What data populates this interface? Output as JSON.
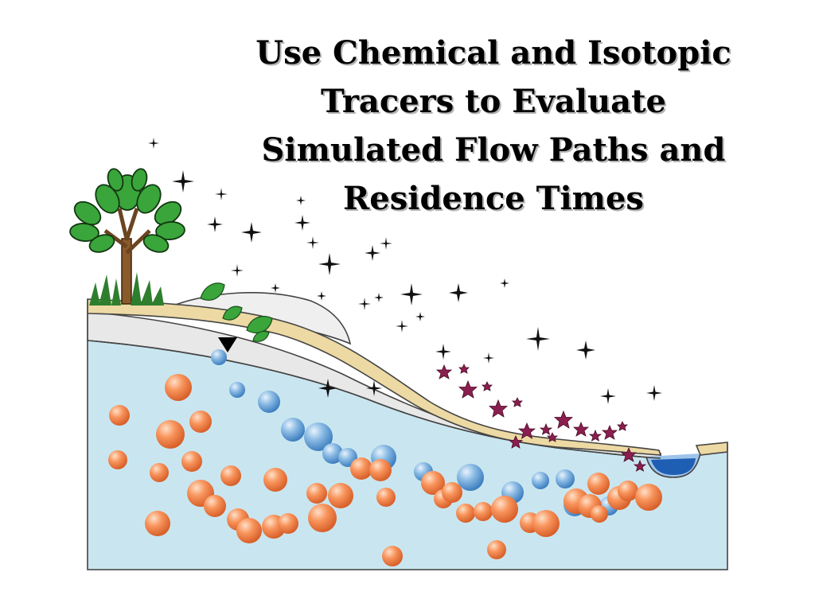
{
  "slide": {
    "title_lines": [
      "Use Chemical and Isotopic",
      "Tracers to Evaluate",
      "Simulated Flow Paths and",
      "Residence Times"
    ]
  },
  "icons": {
    "tree": "tree-icon",
    "leaf": "leaf-icon",
    "flower": "flower-icon",
    "sparkle": "sparkle-icon",
    "water_table": "water-table-marker-icon",
    "tracer_blue": "tracer-bubble-blue",
    "tracer_orange": "tracer-bubble-orange"
  },
  "colors": {
    "groundwater": "#c9e6f0",
    "unsaturated_zone": "#e6e6e6",
    "soil": "#ecd9a3",
    "stream": "#1e5fb4",
    "blue_tracer": "#6fa8d8",
    "orange_tracer": "#f58c55",
    "flower": "#8a1f4f",
    "leaf": "#3aa53a"
  }
}
